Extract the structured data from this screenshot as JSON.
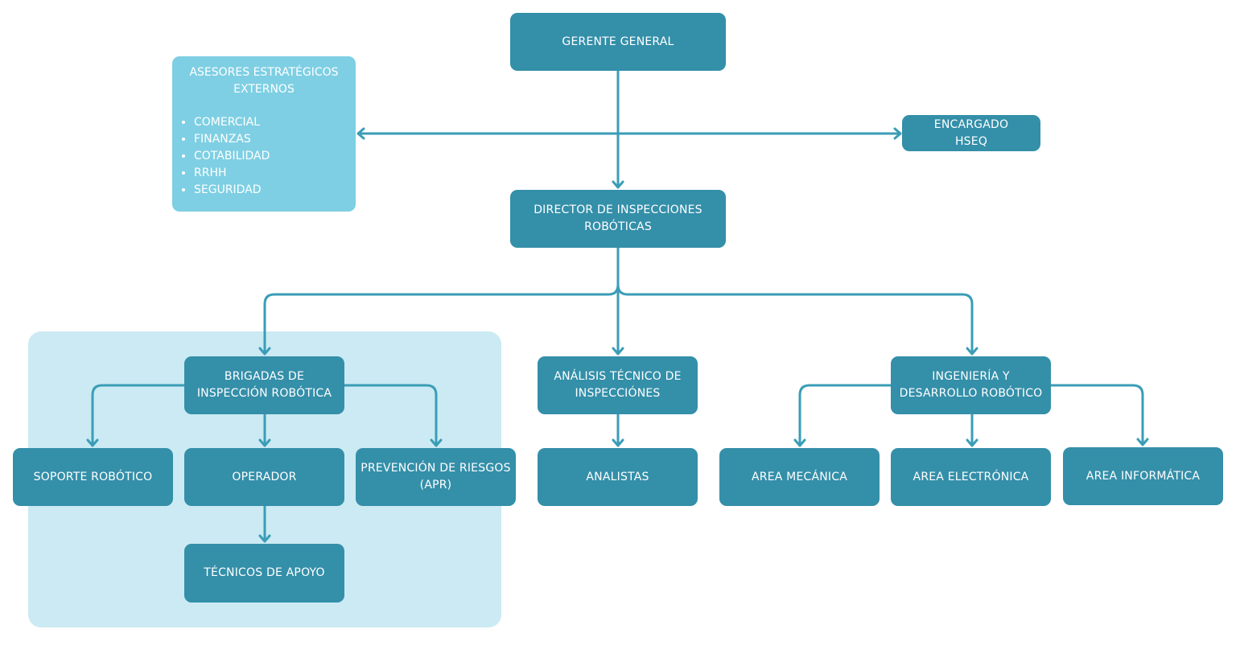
{
  "colors": {
    "box": "#348fa9",
    "box_light": "#7ecfe3",
    "group_background": "#cbeaf3",
    "connector": "#3a9db7",
    "text": "#ffffff"
  },
  "nodes": {
    "gerente": [
      "GERENTE GENERAL"
    ],
    "asesores": {
      "title": [
        "ASESORES ESTRATÉGICOS",
        "EXTERNOS"
      ],
      "items": [
        "COMERCIAL",
        "FINANZAS",
        "COTABILIDAD",
        "RRHH",
        "SEGURIDAD"
      ]
    },
    "hseq": [
      "ENCARGADO",
      "HSEQ"
    ],
    "director": [
      "DIRECTOR DE INSPECCIONES",
      "ROBÓTICAS"
    ],
    "brigadas": [
      "BRIGADAS DE",
      "INSPECCIÓN ROBÓTICA"
    ],
    "analisis": [
      "ANÁLISIS TÉCNICO DE",
      "INSPECCIÓNES"
    ],
    "ingenieria": [
      "INGENIERÍA Y",
      "DESARROLLO ROBÓTICO"
    ],
    "soporte": [
      "SOPORTE ROBÓTICO"
    ],
    "operador": [
      "OPERADOR"
    ],
    "prevencion": [
      "PREVENCIÓN DE RIESGOS",
      "(APR)"
    ],
    "tecnicos": [
      "TÉCNICOS DE APOYO"
    ],
    "analistas": [
      "ANALISTAS"
    ],
    "mecanica": [
      "AREA MECÁNICA"
    ],
    "electronica": [
      "AREA ELECTRÓNICA"
    ],
    "informatica": [
      "AREA INFORMÁTICA"
    ]
  }
}
